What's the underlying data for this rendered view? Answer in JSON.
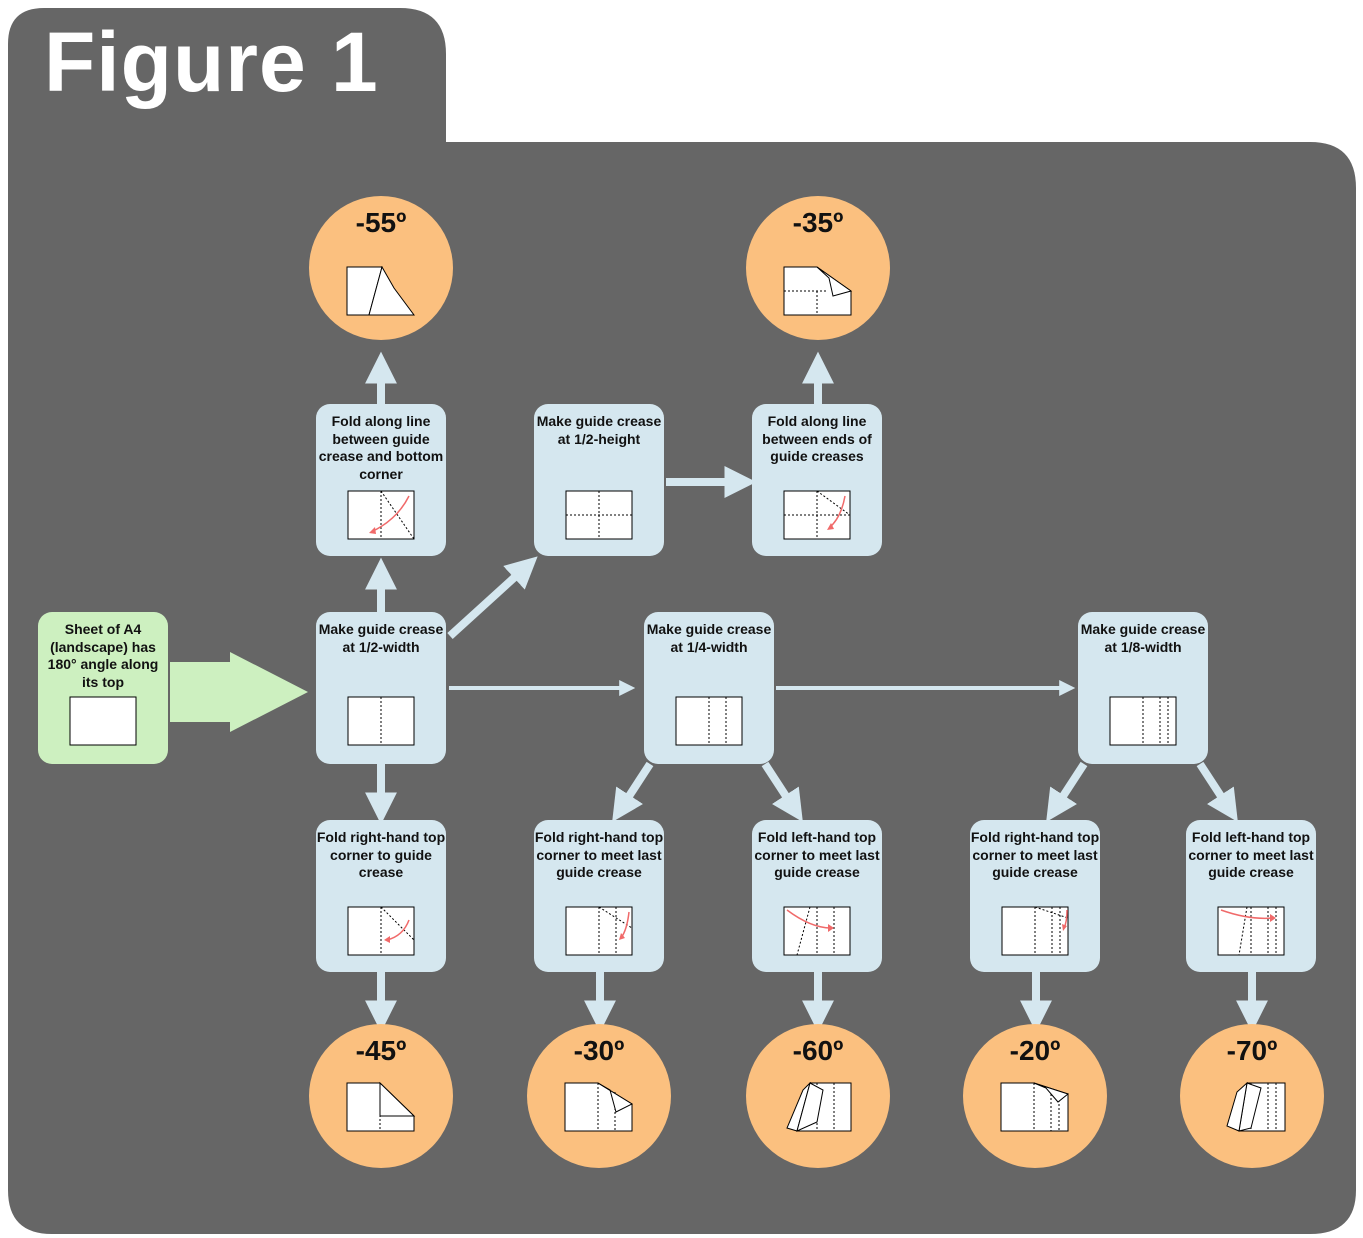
{
  "figure_title": "Figure 1",
  "colors": {
    "panel": "#666666",
    "step_box": "#d5e7ef",
    "start_box": "#cdf0c0",
    "result_circle": "#fbc07f",
    "arrow": "#d5e7ef",
    "start_arrow": "#cdf0c0",
    "fold_arrow": "#f06a6a"
  },
  "start": {
    "label": "Sheet of A4 (landscape) has 180° angle along its top",
    "icon": "landscape-sheet-icon"
  },
  "steps": {
    "half_width": {
      "label": "Make guide crease at 1/2-width",
      "icon": "crease-half-width-icon"
    },
    "quarter_width": {
      "label": "Make guide crease at 1/4-width",
      "icon": "crease-quarter-width-icon"
    },
    "eighth_width": {
      "label": "Make guide crease at 1/8-width",
      "icon": "crease-eighth-width-icon"
    },
    "half_height": {
      "label": "Make guide crease at 1/2-height",
      "icon": "crease-half-height-icon"
    },
    "fold_bottom_corner": {
      "label": "Fold along line between guide crease and bottom corner",
      "icon": "fold-bottom-corner-icon"
    },
    "fold_between_ends": {
      "label": "Fold along line between ends of guide creases",
      "icon": "fold-between-ends-icon"
    },
    "fold_right_half": {
      "label": "Fold right-hand top corner to guide crease",
      "icon": "fold-right-corner-icon"
    },
    "fold_right_quarter": {
      "label": "Fold right-hand top corner to meet last guide crease",
      "icon": "fold-right-corner-icon"
    },
    "fold_left_quarter": {
      "label": "Fold left-hand top corner to meet last guide crease",
      "icon": "fold-left-corner-icon"
    },
    "fold_right_eighth": {
      "label": "Fold right-hand top corner to meet last guide crease",
      "icon": "fold-right-corner-icon"
    },
    "fold_left_eighth": {
      "label": "Fold left-hand top corner to meet last guide crease",
      "icon": "fold-left-corner-icon"
    }
  },
  "results": {
    "r55": {
      "angle": "-55º",
      "icon": "folded-result-icon"
    },
    "r35": {
      "angle": "-35º",
      "icon": "folded-result-icon"
    },
    "r45": {
      "angle": "-45º",
      "icon": "folded-result-icon"
    },
    "r30": {
      "angle": "-30º",
      "icon": "folded-result-icon"
    },
    "r60": {
      "angle": "-60º",
      "icon": "folded-result-icon"
    },
    "r20": {
      "angle": "-20º",
      "icon": "folded-result-icon"
    },
    "r70": {
      "angle": "-70º",
      "icon": "folded-result-icon"
    }
  }
}
